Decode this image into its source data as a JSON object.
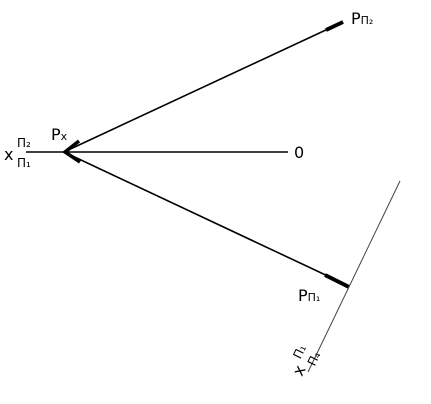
{
  "colors": {
    "background": "#ffffff",
    "ink": "#000000",
    "thin_line": "#555555"
  },
  "labels": {
    "p_pi2": {
      "main": "P",
      "sub": "П₂"
    },
    "p_x": {
      "main": "P",
      "sub": "x"
    },
    "zero": "0",
    "p_pi1": {
      "main": "P",
      "sub": "П₁"
    },
    "x_left": {
      "x": "x",
      "upper": "П₂",
      "lower": "П₁"
    },
    "x_right": {
      "x": "x",
      "upper": "П₁",
      "lower": "П₄"
    }
  }
}
